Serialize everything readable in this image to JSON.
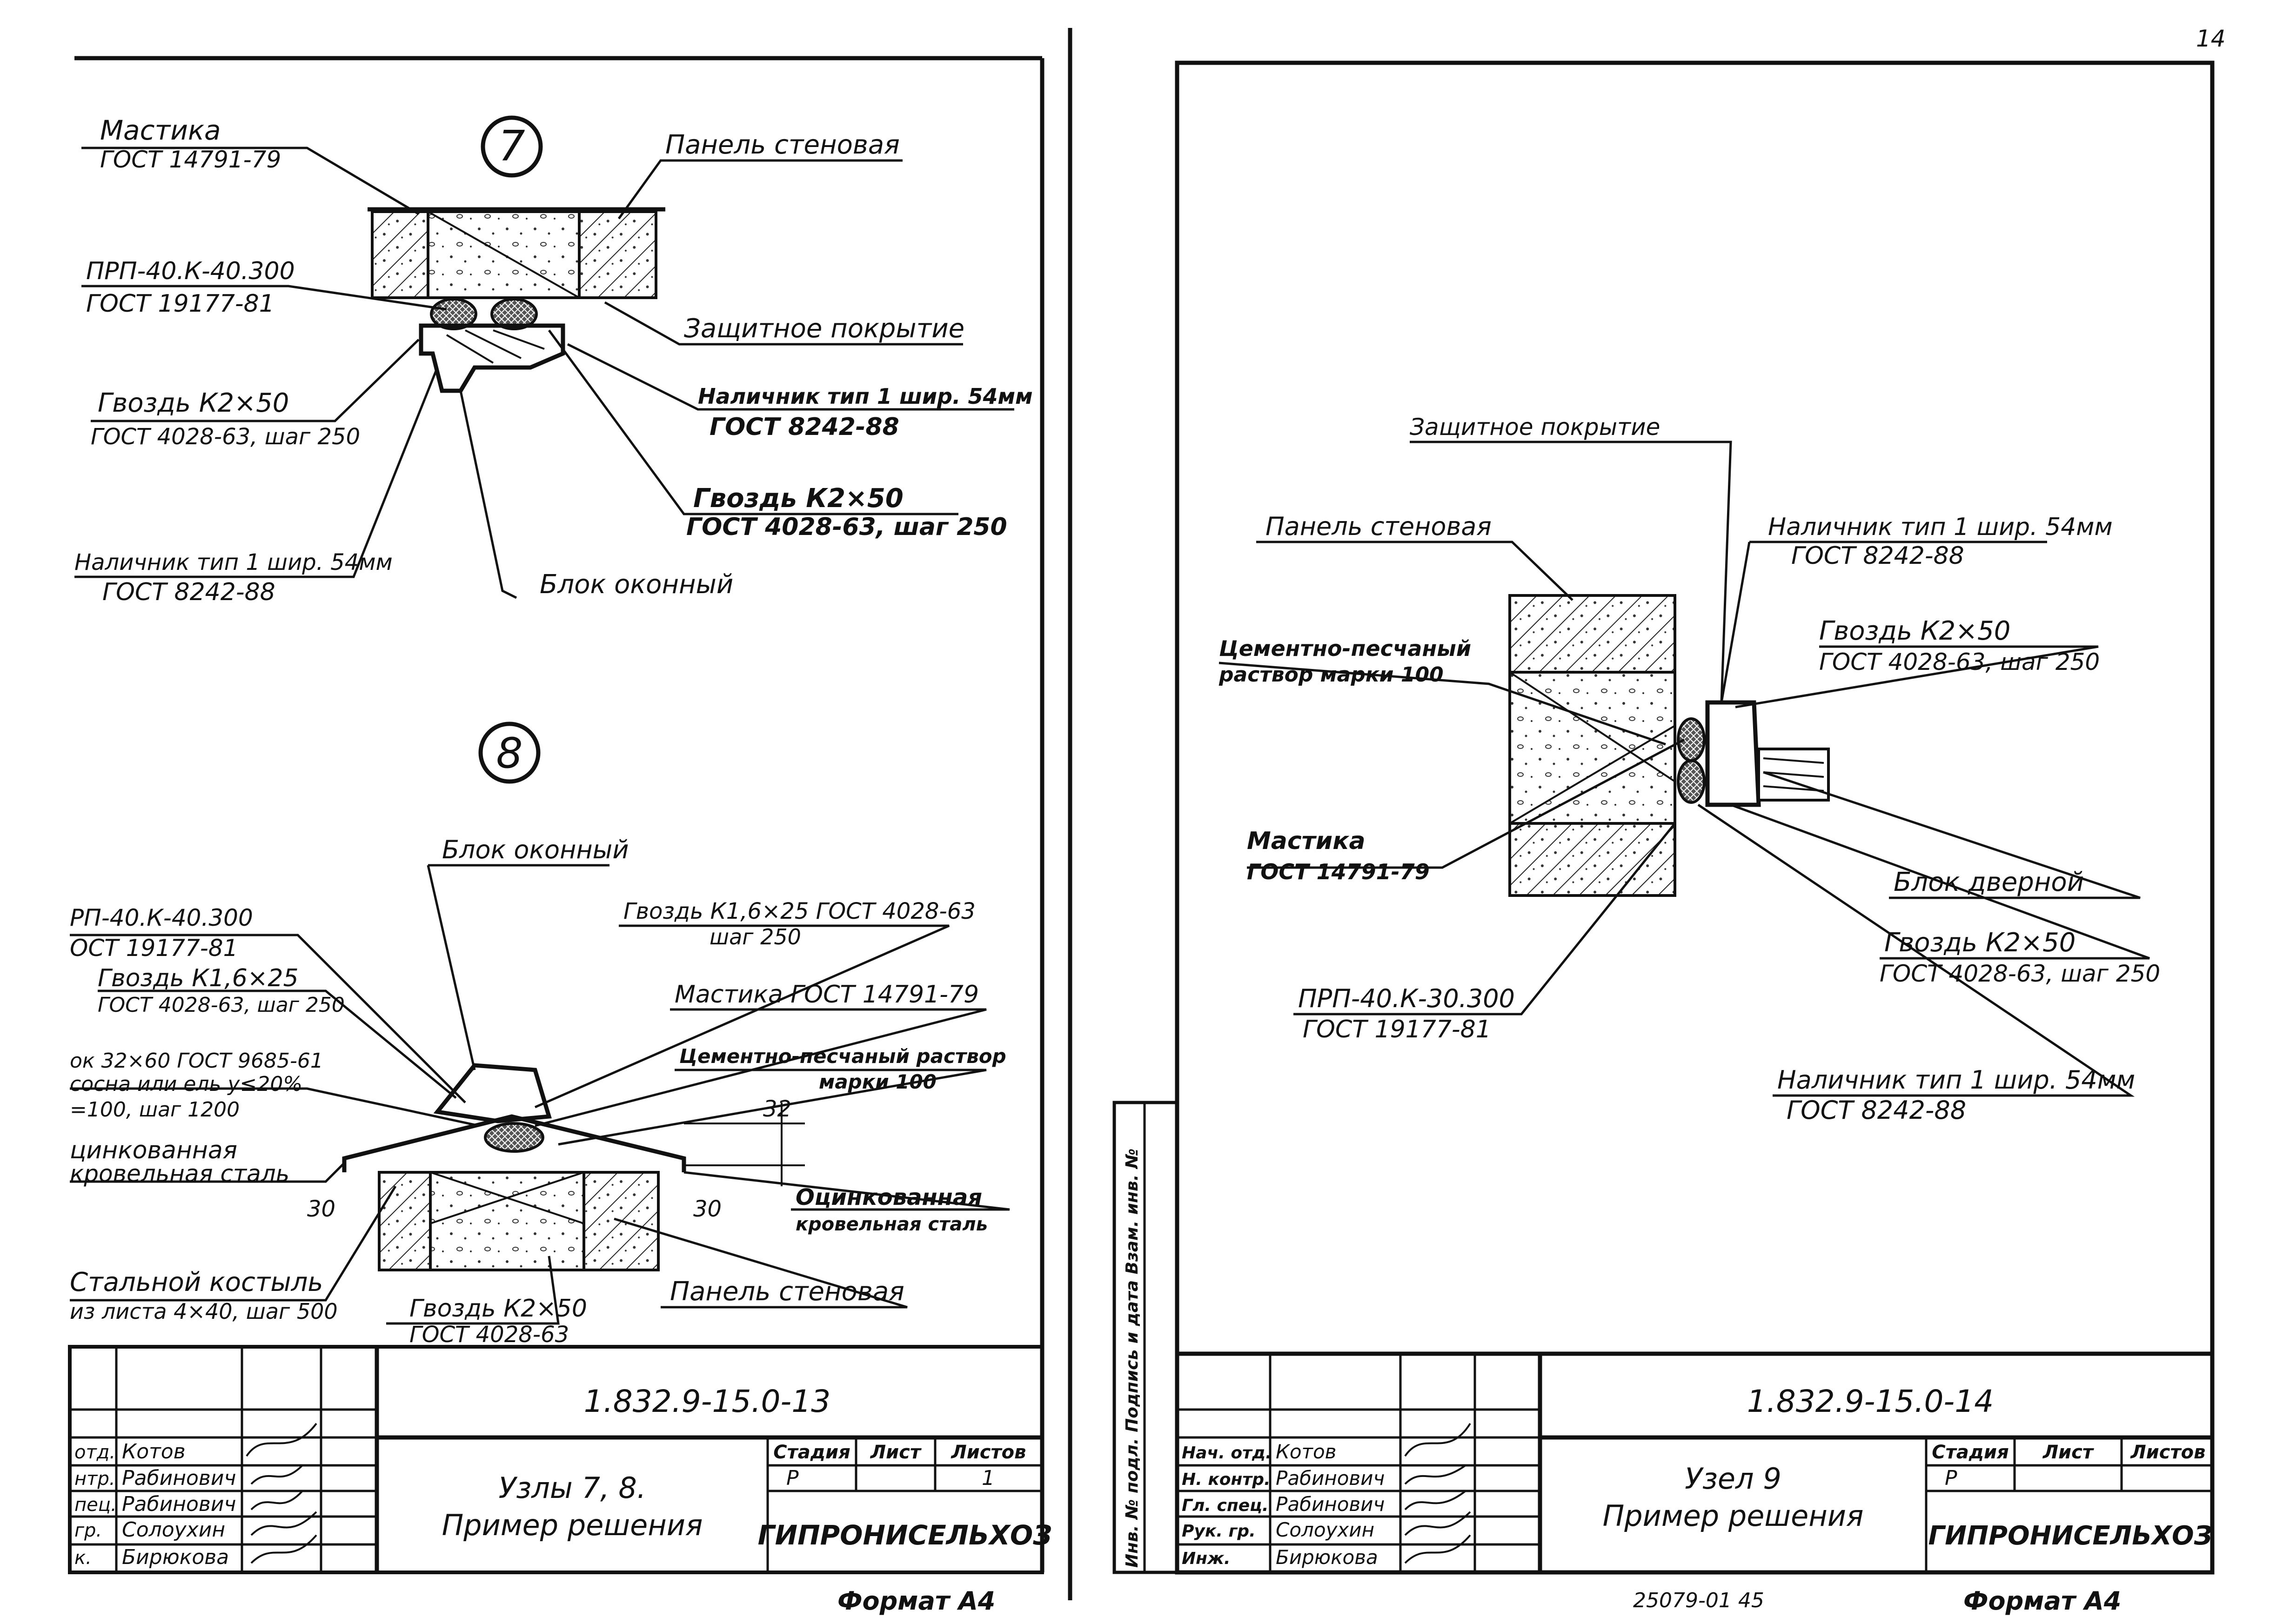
{
  "page_number": "14",
  "left_sheet": {
    "node7": {
      "number": "7",
      "labels": {
        "mastika": "Мастика",
        "mastika_gost": "ГОСТ 14791-79",
        "panel": "Панель стеновая",
        "prp": "ПРП-40.К-40.300",
        "prp_gost": "ГОСТ 19177-81",
        "zashchita": "Защитное покрытие",
        "gvozd_left": "Гвоздь К2×50",
        "gvozd_left_gost": "ГОСТ 4028-63, шаг 250",
        "nalichnik_right": "Наличник тип 1 шир. 54мм",
        "nalichnik_right_gost": "ГОСТ 8242-88",
        "gvozd_right": "Гвоздь К2×50",
        "gvozd_right_gost": "ГОСТ 4028-63, шаг 250",
        "nalichnik_left": "Наличник тип 1 шир. 54мм",
        "nalichnik_left_gost": "ГОСТ 8242-88",
        "blok": "Блок оконный"
      }
    },
    "node8": {
      "number": "8",
      "labels": {
        "blok": "Блок оконный",
        "prp": "РП-40.К-40.300",
        "prp_gost": "ОСТ 19177-81",
        "gvozd_top": "Гвоздь К1,6×25 ГОСТ 4028-63",
        "gvozd_top_shag": "шаг 250",
        "gvozd_left": "Гвоздь К1,6×25",
        "gvozd_left_gost": "ГОСТ 4028-63, шаг 250",
        "mastika": "Мастика ГОСТ 14791-79",
        "brusok": "ок 32×60 ГОСТ 9685-61",
        "brusok2": "сосна или ель у≤20%",
        "brusok3": "=100, шаг 1200",
        "cement": "Цементно-песчаный раствор",
        "cement2": "марки 100",
        "dim32": "32",
        "stal_left": "цинкованная",
        "stal_left2": "кровельная сталь",
        "stal_right": "Оцинкованная",
        "stal_right2": "кровельная сталь",
        "dim30_left": "30",
        "dim30_right": "30",
        "kostyl": "Стальной костыль",
        "kostyl2": "из листа 4×40, шаг 500",
        "gvozd_bottom": "Гвоздь К2×50",
        "gvozd_bottom_gost": "ГОСТ 4028-63",
        "panel": "Панель стеновая"
      }
    },
    "title_block": {
      "code": "1.832.9-15.0-13",
      "roles": [
        "отд.",
        "нтр.",
        "пец.",
        "гр.",
        "к."
      ],
      "names": [
        "Котов",
        "Рабинович",
        "Рабинович",
        "Солоухин",
        "Бирюкова"
      ],
      "title_line1": "Узлы 7, 8.",
      "title_line2": "Пример решения",
      "stage_hdr": "Стадия",
      "sheet_hdr": "Лист",
      "sheets_hdr": "Листов",
      "stage": "Р",
      "sheet": "",
      "sheets": "1",
      "org": "ГИПРОНИСЕЛЬХОЗ"
    },
    "format": "Формат А4"
  },
  "right_sheet": {
    "node9": {
      "labels": {
        "zashchita": "Защитное покрытие",
        "panel": "Панель стеновая",
        "nalichnik_top": "Наличник тип 1 шир. 54мм",
        "nalichnik_top_gost": "ГОСТ 8242-88",
        "cement": "Цементно-песчаный",
        "cement2": "раствор марки 100",
        "gvozd_top": "Гвоздь К2×50",
        "gvozd_top_gost": "ГОСТ 4028-63, шаг 250",
        "mastika": "Мастика",
        "mastika_gost": "ГОСТ 14791-79",
        "blok": "Блок дверной",
        "gvozd_bottom": "Гвоздь К2×50",
        "gvozd_bottom_gost": "ГОСТ 4028-63, шаг 250",
        "prp": "ПРП-40.К-30.300",
        "prp_gost": "ГОСТ 19177-81",
        "nalichnik_bottom": "Наличник тип 1 шир. 54мм",
        "nalichnik_bottom_gost": "ГОСТ 8242-88"
      }
    },
    "side_stamp": "Инв. № подл.   Подпись и дата   Взам. инв. №",
    "title_block": {
      "code": "1.832.9-15.0-14",
      "roles": [
        "Нач. отд.",
        "Н. контр.",
        "Гл. спец.",
        "Рук. гр.",
        "Инж."
      ],
      "names": [
        "Котов",
        "Рабинович",
        "Рабинович",
        "Солоухин",
        "Бирюкова"
      ],
      "title_line1": "Узел 9",
      "title_line2": "Пример решения",
      "stage_hdr": "Стадия",
      "sheet_hdr": "Лист",
      "sheets_hdr": "Листов",
      "stage": "Р",
      "org": "ГИПРОНИСЕЛЬХОЗ"
    },
    "bottom_number": "25079-01  45",
    "format": "Формат А4"
  }
}
